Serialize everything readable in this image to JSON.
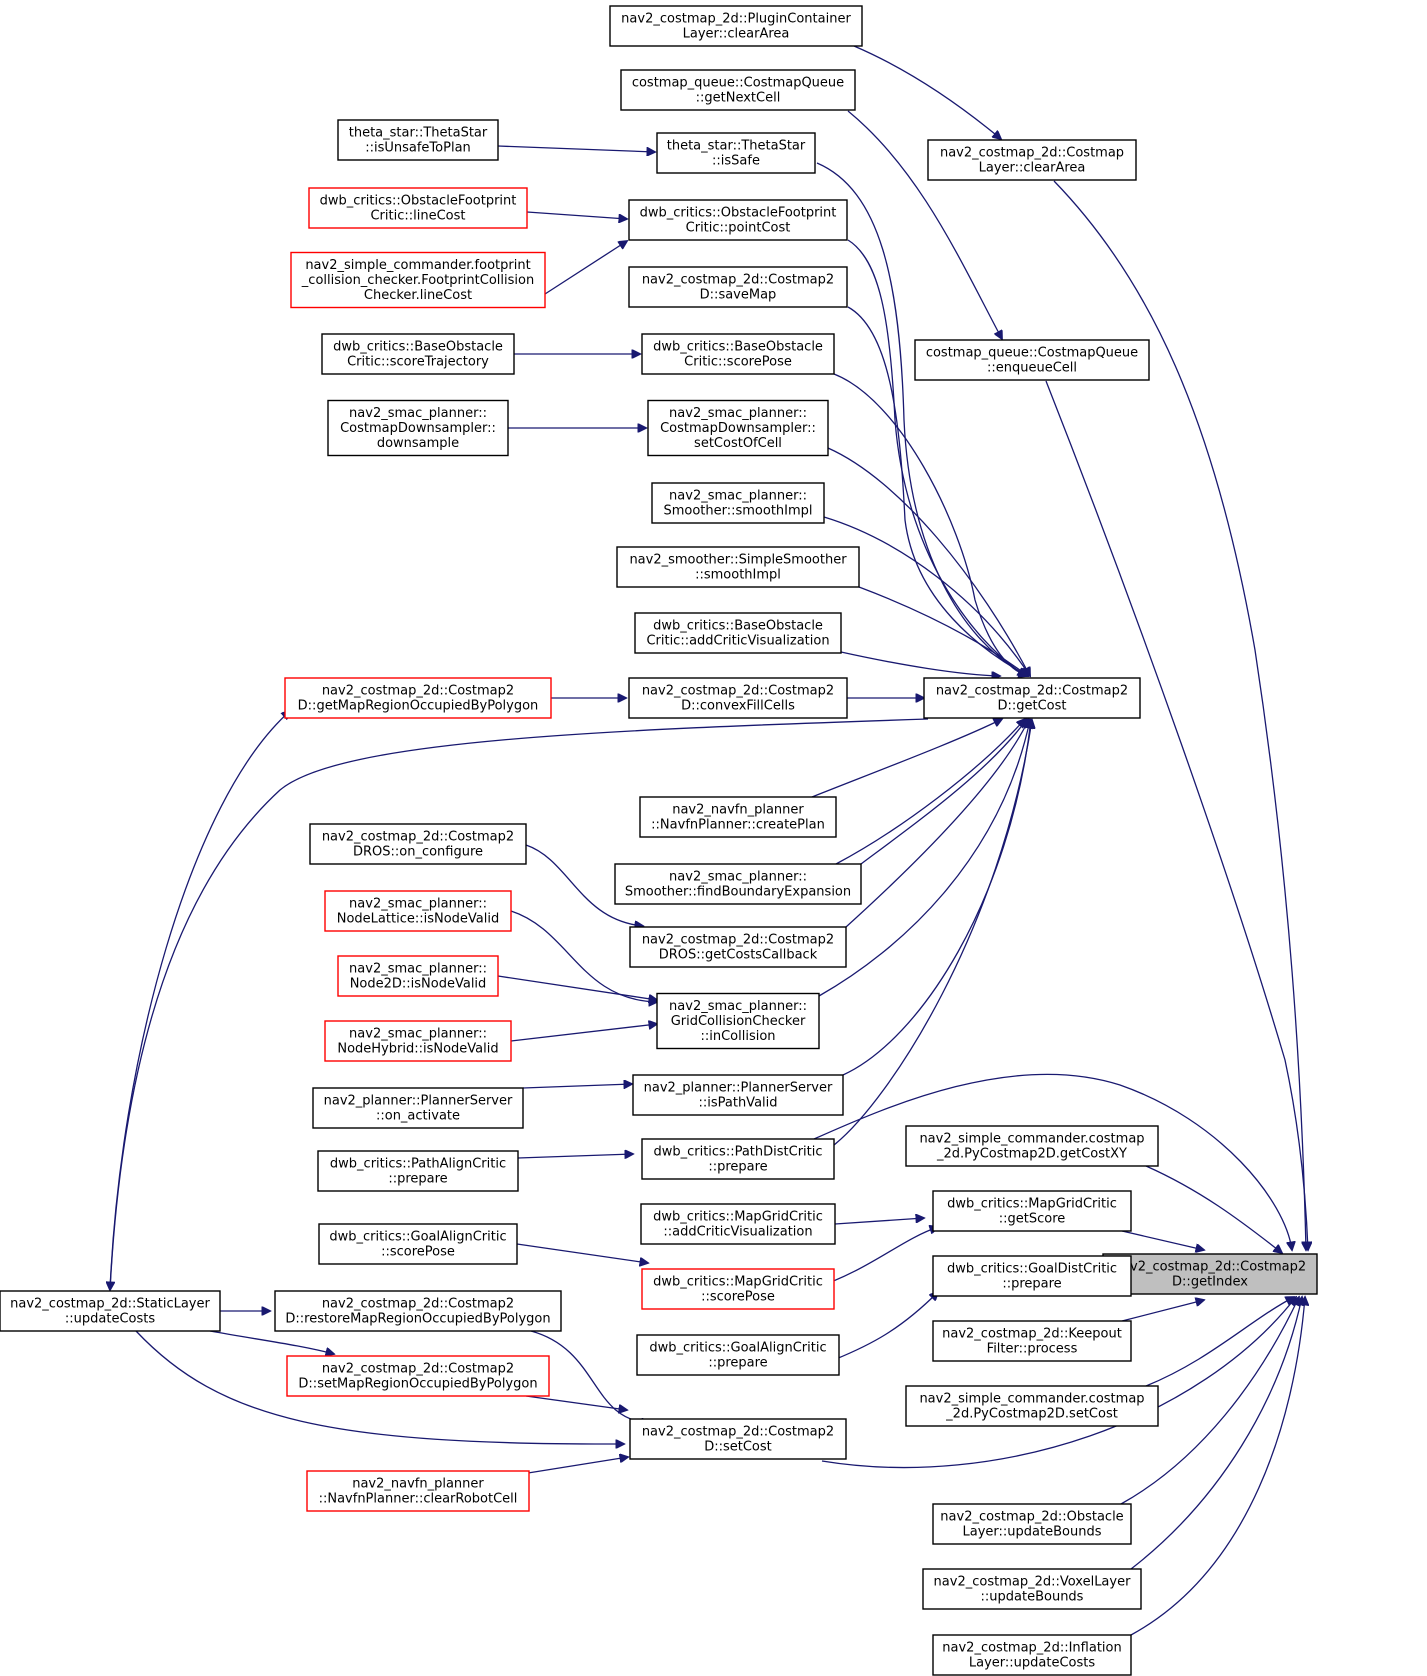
{
  "diagram": {
    "type": "call-graph",
    "colors": {
      "edge": "#191970",
      "box_border": "#000000",
      "box_border_truncated": "#ff0000",
      "focus_fill": "#bfbfbf"
    },
    "nodes": [
      {
        "id": "getIndex",
        "lines": [
          "nav2_costmap_2d::Costmap2",
          "D::getIndex"
        ],
        "focus": true
      },
      {
        "id": "pcClearArea",
        "lines": [
          "nav2_costmap_2d::PluginContainer",
          "Layer::clearArea"
        ]
      },
      {
        "id": "layerClearArea",
        "lines": [
          "nav2_costmap_2d::Costmap",
          "Layer::clearArea"
        ]
      },
      {
        "id": "getNextCell",
        "lines": [
          "costmap_queue::CostmapQueue",
          "::getNextCell"
        ]
      },
      {
        "id": "enqueueCell",
        "lines": [
          "costmap_queue::CostmapQueue",
          "::enqueueCell"
        ]
      },
      {
        "id": "isUnsafeToPlan",
        "lines": [
          "theta_star::ThetaStar",
          "::isUnsafeToPlan"
        ]
      },
      {
        "id": "isSafe",
        "lines": [
          "theta_star::ThetaStar",
          "::isSafe"
        ]
      },
      {
        "id": "ofcLineCost",
        "lines": [
          "dwb_critics::ObstacleFootprint",
          "Critic::lineCost"
        ],
        "truncated": true
      },
      {
        "id": "ofcPointCost",
        "lines": [
          "dwb_critics::ObstacleFootprint",
          "Critic::pointCost"
        ]
      },
      {
        "id": "fccLineCost",
        "lines": [
          "nav2_simple_commander.footprint",
          "_collision_checker.FootprintCollision",
          "Checker.lineCost"
        ],
        "truncated": true
      },
      {
        "id": "saveMap",
        "lines": [
          "nav2_costmap_2d::Costmap2",
          "D::saveMap"
        ]
      },
      {
        "id": "scoreTrajectory",
        "lines": [
          "dwb_critics::BaseObstacle",
          "Critic::scoreTrajectory"
        ]
      },
      {
        "id": "boScorePose",
        "lines": [
          "dwb_critics::BaseObstacle",
          "Critic::scorePose"
        ]
      },
      {
        "id": "downsample",
        "lines": [
          "nav2_smac_planner::",
          "CostmapDownsampler::",
          "downsample"
        ]
      },
      {
        "id": "setCostOfCell",
        "lines": [
          "nav2_smac_planner::",
          "CostmapDownsampler::",
          "setCostOfCell"
        ]
      },
      {
        "id": "smoothImpl1",
        "lines": [
          "nav2_smac_planner::",
          "Smoother::smoothImpl"
        ]
      },
      {
        "id": "smoothImpl2",
        "lines": [
          "nav2_smoother::SimpleSmoother",
          "::smoothImpl"
        ]
      },
      {
        "id": "addCritVis1",
        "lines": [
          "dwb_critics::BaseObstacle",
          "Critic::addCriticVisualization"
        ]
      },
      {
        "id": "getMapRegion",
        "lines": [
          "nav2_costmap_2d::Costmap2",
          "D::getMapRegionOccupiedByPolygon"
        ],
        "truncated": true
      },
      {
        "id": "convexFill",
        "lines": [
          "nav2_costmap_2d::Costmap2",
          "D::convexFillCells"
        ]
      },
      {
        "id": "getCost",
        "lines": [
          "nav2_costmap_2d::Costmap2",
          "D::getCost"
        ]
      },
      {
        "id": "createPlan",
        "lines": [
          "nav2_navfn_planner",
          "::NavfnPlanner::createPlan"
        ]
      },
      {
        "id": "onConfigure",
        "lines": [
          "nav2_costmap_2d::Costmap2",
          "DROS::on_configure"
        ]
      },
      {
        "id": "findBoundary",
        "lines": [
          "nav2_smac_planner::",
          "Smoother::findBoundaryExpansion"
        ]
      },
      {
        "id": "nlValid",
        "lines": [
          "nav2_smac_planner::",
          "NodeLattice::isNodeValid"
        ],
        "truncated": true
      },
      {
        "id": "getCostsCb",
        "lines": [
          "nav2_costmap_2d::Costmap2",
          "DROS::getCostsCallback"
        ]
      },
      {
        "id": "n2dValid",
        "lines": [
          "nav2_smac_planner::",
          "Node2D::isNodeValid"
        ],
        "truncated": true
      },
      {
        "id": "inCollision",
        "lines": [
          "nav2_smac_planner::",
          "GridCollisionChecker",
          "::inCollision"
        ]
      },
      {
        "id": "nhValid",
        "lines": [
          "nav2_smac_planner::",
          "NodeHybrid::isNodeValid"
        ],
        "truncated": true
      },
      {
        "id": "onActivate",
        "lines": [
          "nav2_planner::PlannerServer",
          "::on_activate"
        ]
      },
      {
        "id": "isPathValid",
        "lines": [
          "nav2_planner::PlannerServer",
          "::isPathValid"
        ]
      },
      {
        "id": "pathAlignPrep",
        "lines": [
          "dwb_critics::PathAlignCritic",
          "::prepare"
        ]
      },
      {
        "id": "pathDistPrep",
        "lines": [
          "dwb_critics::PathDistCritic",
          "::prepare"
        ]
      },
      {
        "id": "getCostXY",
        "lines": [
          "nav2_simple_commander.costmap",
          "_2d.PyCostmap2D.getCostXY"
        ]
      },
      {
        "id": "mgGetScore",
        "lines": [
          "dwb_critics::MapGridCritic",
          "::getScore"
        ]
      },
      {
        "id": "mgAddCritVis",
        "lines": [
          "dwb_critics::MapGridCritic",
          "::addCriticVisualization"
        ]
      },
      {
        "id": "gaScorePose",
        "lines": [
          "dwb_critics::GoalAlignCritic",
          "::scorePose"
        ]
      },
      {
        "id": "mgScorePose",
        "lines": [
          "dwb_critics::MapGridCritic",
          "::scorePose"
        ],
        "truncated": true
      },
      {
        "id": "gdPrepare",
        "lines": [
          "dwb_critics::GoalDistCritic",
          "::prepare"
        ]
      },
      {
        "id": "staticUpdate",
        "lines": [
          "nav2_costmap_2d::StaticLayer",
          "::updateCosts"
        ]
      },
      {
        "id": "restoreMap",
        "lines": [
          "nav2_costmap_2d::Costmap2",
          "D::restoreMapRegionOccupiedByPolygon"
        ]
      },
      {
        "id": "keepout",
        "lines": [
          "nav2_costmap_2d::Keepout",
          "Filter::process"
        ]
      },
      {
        "id": "gaPrepare",
        "lines": [
          "dwb_critics::GoalAlignCritic",
          "::prepare"
        ]
      },
      {
        "id": "setMapRegion",
        "lines": [
          "nav2_costmap_2d::Costmap2",
          "D::setMapRegionOccupiedByPolygon"
        ],
        "truncated": true
      },
      {
        "id": "pySetCost",
        "lines": [
          "nav2_simple_commander.costmap",
          "_2d.PyCostmap2D.setCost"
        ]
      },
      {
        "id": "setCost",
        "lines": [
          "nav2_costmap_2d::Costmap2",
          "D::setCost"
        ]
      },
      {
        "id": "clearRobot",
        "lines": [
          "nav2_navfn_planner",
          "::NavfnPlanner::clearRobotCell"
        ],
        "truncated": true
      },
      {
        "id": "obsUpdate",
        "lines": [
          "nav2_costmap_2d::Obstacle",
          "Layer::updateBounds"
        ]
      },
      {
        "id": "voxUpdate",
        "lines": [
          "nav2_costmap_2d::VoxelLayer",
          "::updateBounds"
        ]
      },
      {
        "id": "inflUpdate",
        "lines": [
          "nav2_costmap_2d::Inflation",
          "Layer::updateCosts"
        ]
      }
    ]
  }
}
